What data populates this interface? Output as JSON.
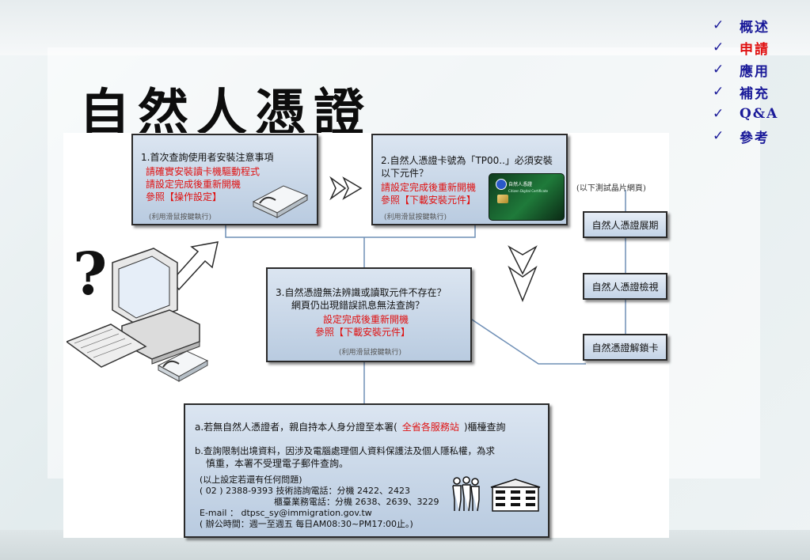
{
  "title": "自然人憑證",
  "nav": [
    {
      "label": "概述",
      "active": false
    },
    {
      "label": "申請",
      "active": true
    },
    {
      "label": "應用",
      "active": false
    },
    {
      "label": "補充",
      "active": false
    },
    {
      "label": "Q&A",
      "active": false
    },
    {
      "label": "參考",
      "active": false
    }
  ],
  "check_mark": "✓",
  "box1": {
    "line1": "1.首次查詢使用者安裝注意事項",
    "line2": "請確實安裝讀卡機驅動程式",
    "line3": "請設定完成後重新開機",
    "line4": "參照【操作設定】",
    "hint": "(利用滑鼠按鍵執行)"
  },
  "box2": {
    "line1": "2.自然人憑證卡號為「TP00..」必須安裝",
    "line2": "以下元件？",
    "line3": "請設定完成後重新開機",
    "line4": "參照【下載安裝元件】",
    "hint": "(利用滑鼠按鍵執行)"
  },
  "box3": {
    "line1": "3.自然憑證無法辨識或讀取元件不存在？",
    "line2": "網頁仍出現錯誤訊息無法查詢？",
    "line3": "設定完成後重新開機",
    "line4": "參照【下載安裝元件】",
    "hint": "(利用滑鼠按鍵執行)"
  },
  "side_note": "(以下測試晶片網頁)",
  "side_buttons": [
    "自然人憑證展期",
    "自然人憑證檢視",
    "自然憑證解鎖卡"
  ],
  "info": {
    "a_prefix": "a.若無自然人憑證者，親自持本人身分證至本署(",
    "a_red": "全省各服務站",
    "a_suffix": ")櫃檯查詢",
    "b_line1": "b.查詢限制出境資料，因涉及電腦處理個人資料保護法及個人隱私權，為求",
    "b_line2": "慎重，本署不受理電子郵件查詢。",
    "q": "(以上設定若還有任何問題)",
    "tel1": "( 02 ) 2388-9393  技術諮詢電話：分機  2422、2423",
    "tel2": "櫃臺業務電話：分機  2638、2639、3229",
    "email": "E-mail ：  dtpsc_sy@immigration.gov.tw",
    "hours": "( 辦公時間：週一至週五       每日AM08:30~PM17:00止。)"
  },
  "card": {
    "line1": "自然人憑證",
    "line2": "Citizen Digital Certificate"
  },
  "question_mark": "?"
}
